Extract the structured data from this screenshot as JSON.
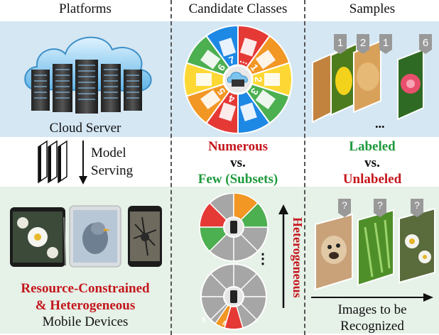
{
  "headers": {
    "platforms": "Platforms",
    "candidate_classes": "Candidate Classes",
    "samples": "Samples"
  },
  "platforms": {
    "cloud_label": "Cloud Server",
    "serving_line1": "Model",
    "serving_line2": "Serving",
    "devices_line1": "Resource-Constrained",
    "devices_line2": "& Heterogeneous",
    "devices_line3": "Mobile Devices"
  },
  "classes": {
    "wheel_numbers": [
      "1",
      "2",
      "3",
      "4",
      "5",
      "6",
      "7"
    ],
    "wheel_more": "...",
    "numerous": "Numerous",
    "vs": "vs.",
    "few": "Few (Subsets)",
    "heterogeneous": "Heterogeneous",
    "small_wheel_numbers": [
      "5",
      "4"
    ],
    "vertical_more": "⋮"
  },
  "samples": {
    "label_tags": [
      "1",
      "2",
      "1",
      "6"
    ],
    "more": "...",
    "labeled": "Labeled",
    "vs": "vs.",
    "unlabeled": "Unlabeled",
    "unknown_tags": [
      "?",
      "?",
      "?"
    ],
    "caption_line1": "Images to be",
    "caption_line2": "Recognized"
  },
  "colors": {
    "top_band": "#d5e7f3",
    "bottom_band": "#e6f1e8",
    "emphasis_red": "#c4161c",
    "emphasis_green": "#1e9a3c",
    "wheel_segments": [
      "#e53935",
      "#f29624",
      "#fdd835",
      "#4caf50",
      "#1e88e5",
      "#e53935",
      "#f29624",
      "#fdd835",
      "#4caf50",
      "#1e88e5"
    ]
  }
}
